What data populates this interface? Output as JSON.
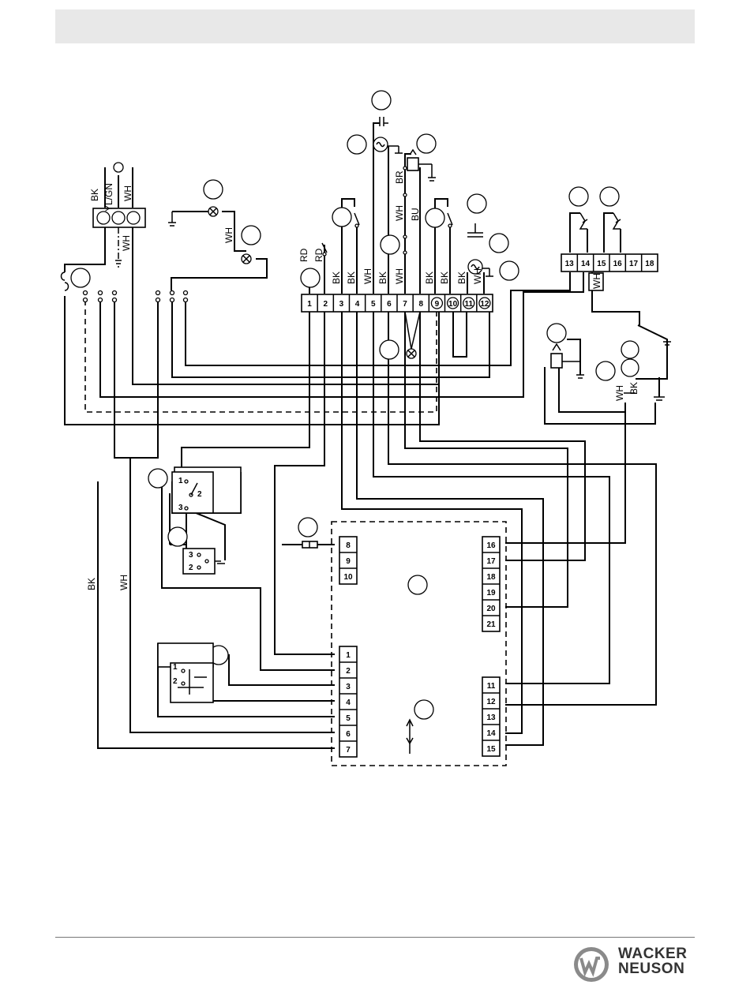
{
  "header": {
    "title": ""
  },
  "wire_colors": {
    "bk": "BK",
    "wh": "WH",
    "rd": "RD",
    "br": "BR",
    "bu": "BU",
    "yl_gn": "YL/GN"
  },
  "terminal_strip_main": [
    "1",
    "2",
    "3",
    "4",
    "5",
    "6",
    "7",
    "8",
    "9",
    "10",
    "11",
    "12"
  ],
  "terminal_strip_right": [
    "13",
    "14",
    "15",
    "16",
    "17",
    "18"
  ],
  "controller": {
    "pins_left_top": [
      "8",
      "9",
      "10"
    ],
    "pins_left_bottom": [
      "1",
      "2",
      "3",
      "4",
      "5",
      "6",
      "7"
    ],
    "pins_right_top": [
      "16",
      "17",
      "18",
      "19",
      "20",
      "21"
    ],
    "pins_right_bottom": [
      "11",
      "12",
      "13",
      "14",
      "15"
    ]
  },
  "switch_pins": {
    "p1": "1",
    "p2": "2",
    "p3": "3"
  },
  "relay_pins": {
    "p3": "3",
    "p2": "2"
  },
  "keyswitch_pins": {
    "p1": "1",
    "p2": "2"
  },
  "icons": {
    "lamp": "lamp-icon",
    "ground": "ground-icon",
    "motor": "motor-icon",
    "valve": "solenoid-valve-icon",
    "transformer": "transformer-icon",
    "fuse": "fuse-icon",
    "capacitor": "capacitor-icon"
  },
  "brand": {
    "line1": "WACKER",
    "line2": "NEUSON",
    "text_color": "#333333",
    "mark_color": "#8a8a8a"
  }
}
